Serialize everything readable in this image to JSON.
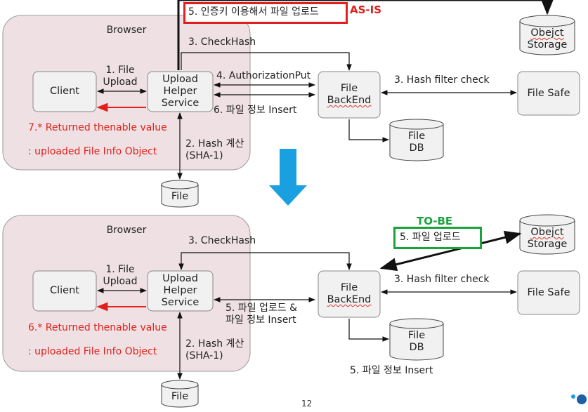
{
  "colors": {
    "accent_red": "#e0201c",
    "accent_green": "#19a33c",
    "arrow_blue": "#1aa0e0",
    "browser_fill": "#efe1e3"
  },
  "asis": {
    "tag": "AS-IS",
    "browser_label": "Browser",
    "client": "Client",
    "upload_helper": [
      "Upload",
      "Helper",
      "Service"
    ],
    "file_backend": [
      "File",
      "BackEnd"
    ],
    "file_safe": "File Safe",
    "object_storage": [
      "Obejct",
      "Storage"
    ],
    "file_db": [
      "File",
      "DB"
    ],
    "file_local": "File",
    "step1": [
      "1. File",
      "Upload"
    ],
    "step2": [
      "2. Hash 계산",
      "(SHA-1)"
    ],
    "step3_checkhash": "3. CheckHash",
    "step3_filter": "3. Hash filter check",
    "step4": "4. AuthorizationPut",
    "step5_box": "5. 인증키 이용해서 파일 업로드",
    "step6": "6. 파일 정보 Insert",
    "step7_line1": "7.* Returned thenable value",
    "step7_line2": ": uploaded File Info Object"
  },
  "tobe": {
    "tag": "TO-BE",
    "browser_label": "Browser",
    "client": "Client",
    "upload_helper": [
      "Upload",
      "Helper",
      "Service"
    ],
    "file_backend": [
      "File",
      "BackEnd"
    ],
    "file_safe": "File Safe",
    "object_storage": [
      "Obejct",
      "Storage"
    ],
    "file_db": [
      "File",
      "DB"
    ],
    "file_local": "File",
    "step1": [
      "1. File",
      "Upload"
    ],
    "step2": [
      "2. Hash 계산",
      "(SHA-1)"
    ],
    "step3_checkhash": "3. CheckHash",
    "step3_filter": "3. Hash filter check",
    "step5_box": "5. 파일 업로드",
    "step5_upload": [
      "5. 파일 업로드 &",
      "파일 정보 Insert"
    ],
    "step5_insert": "5. 파일 정보 Insert",
    "step6_line1": "6.* Returned thenable value",
    "step6_line2": ": uploaded File Info Object"
  },
  "page_number": "12"
}
